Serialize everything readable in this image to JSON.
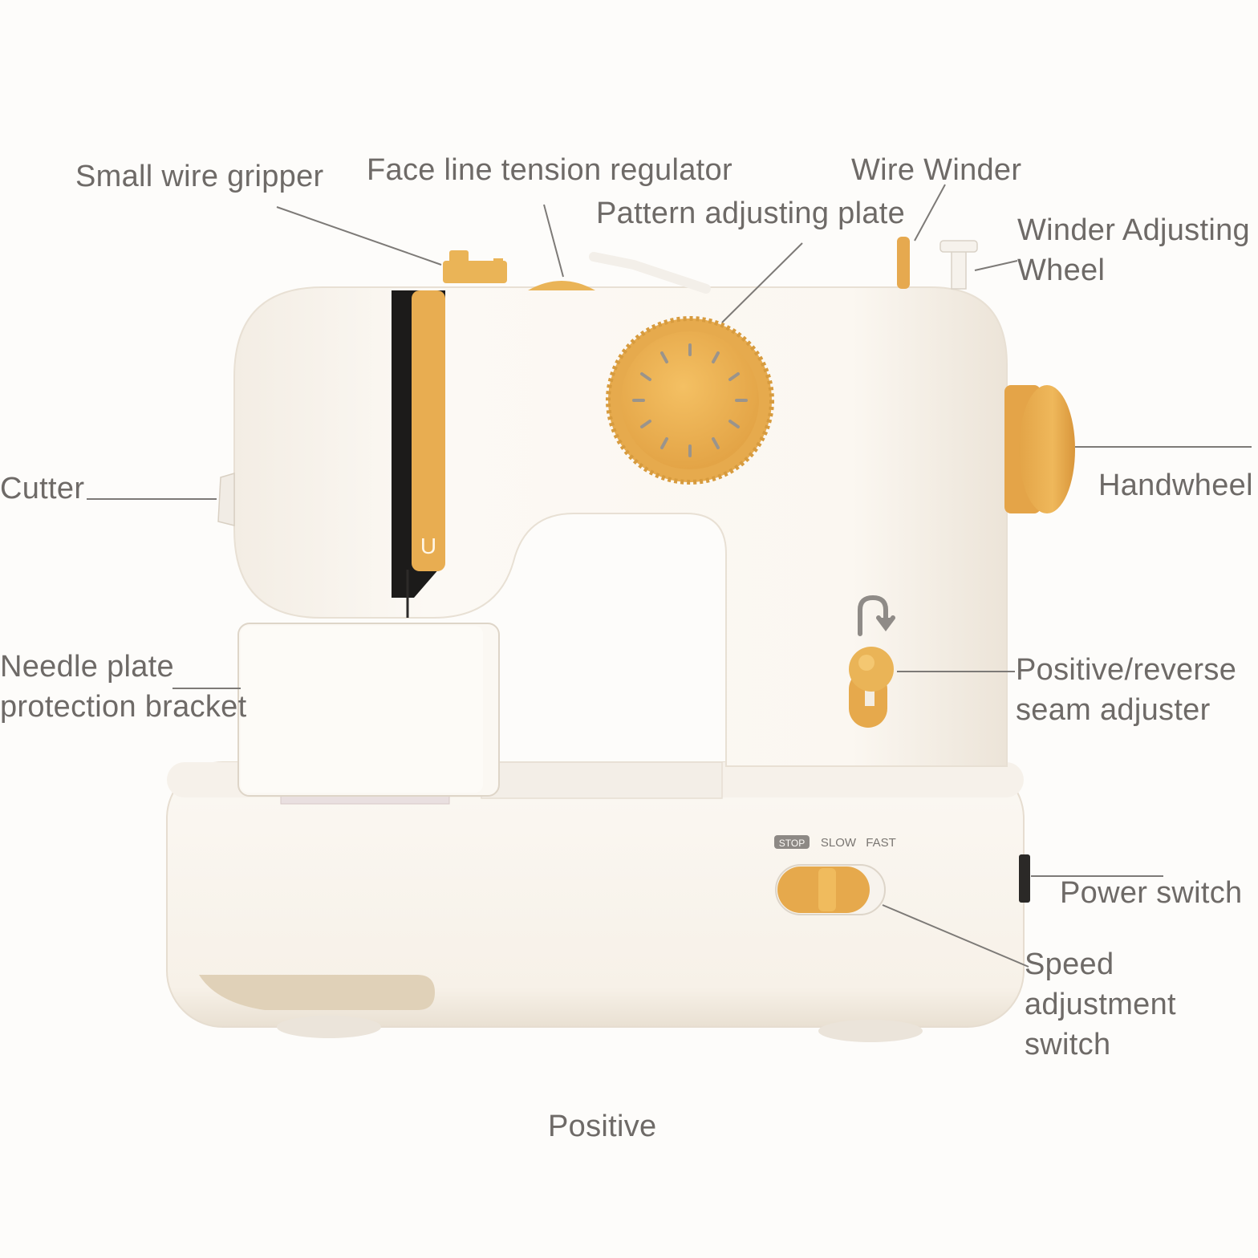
{
  "labels": {
    "small_wire_gripper": "Small wire gripper",
    "face_line_tension_regulator": "Face line tension regulator",
    "wire_winder": "Wire Winder",
    "pattern_adjusting_plate": "Pattern adjusting plate",
    "winder_adjusting_wheel_line1": "Winder Adjusting",
    "winder_adjusting_wheel_line2": "Wheel",
    "cutter": "Cutter",
    "handwheel": "Handwheel",
    "needle_plate_line1": "Needle plate",
    "needle_plate_line2": "protection bracket",
    "seam_adjuster_line1": "Positive/reverse",
    "seam_adjuster_line2": "seam adjuster",
    "power_switch": "Power switch",
    "speed_switch_line1": "Speed",
    "speed_switch_line2": "adjustment",
    "speed_switch_line3": "switch",
    "view_caption": "Positive"
  },
  "speed_markings": {
    "stop": "STOP",
    "slow": "SLOW",
    "fast": "FAST"
  },
  "colors": {
    "body": "#fbf7f1",
    "accent": "#e8ac4e",
    "label_text": "#6e6a67",
    "leader_line": "#7d7a77"
  }
}
